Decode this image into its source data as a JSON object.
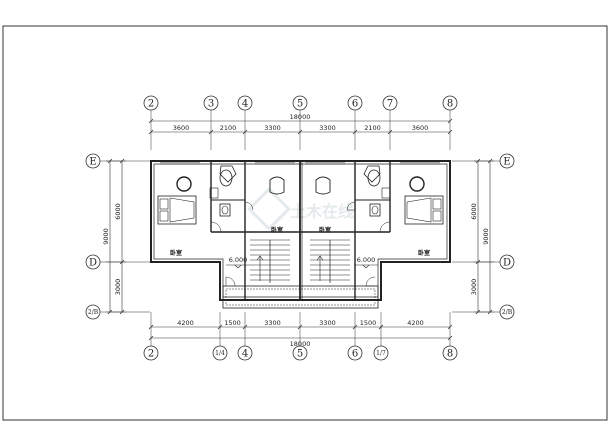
{
  "frame": {
    "stroke": "#333333"
  },
  "top_axes": [
    "②",
    "③",
    "④",
    "⑤",
    "⑥",
    "⑦",
    "⑧"
  ],
  "bottom_axes": [
    "②",
    "1/4",
    "④",
    "⑤",
    "⑥",
    "1/7",
    "⑧"
  ],
  "left_axes": [
    "E",
    "D",
    "2/B"
  ],
  "right_axes": [
    "E",
    "D",
    "2/B"
  ],
  "top_overall": "18000",
  "top_segments": [
    "3600",
    "2100",
    "3300",
    "3300",
    "2100",
    "3600"
  ],
  "bottom_overall": "18000",
  "bottom_segments": [
    "4200",
    "1500",
    "3300",
    "3300",
    "1500",
    "4200"
  ],
  "left_overall": "9000",
  "left_segments": [
    "6000",
    "3000"
  ],
  "right_overall": "9000",
  "right_segments": [
    "6000",
    "3000"
  ],
  "level_marks": [
    "6.000",
    "6.000"
  ],
  "room_labels": [
    "卧室",
    "卧室",
    "卧室",
    "卧室"
  ],
  "watermark": "土木在线"
}
